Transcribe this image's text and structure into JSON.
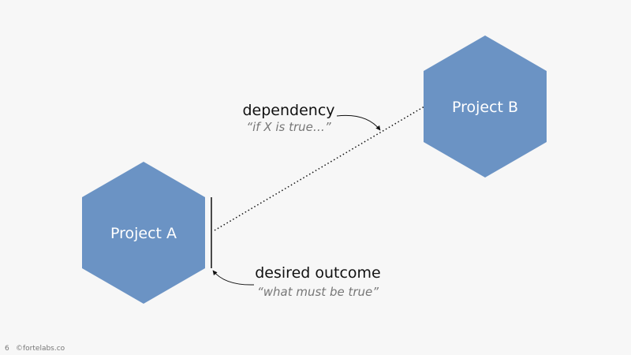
{
  "nodes": {
    "project_a": {
      "label": "Project A"
    },
    "project_b": {
      "label": "Project B"
    }
  },
  "annotations": {
    "dependency": {
      "title": "dependency",
      "subtitle": "“if X is true…”"
    },
    "desired_outcome": {
      "title": "desired outcome",
      "subtitle": "“what must be true”"
    }
  },
  "footer": {
    "page_number": "6",
    "credit": "©fortelabs.co"
  },
  "colors": {
    "hexagon": "#6b93c4",
    "background": "#f7f7f7"
  }
}
